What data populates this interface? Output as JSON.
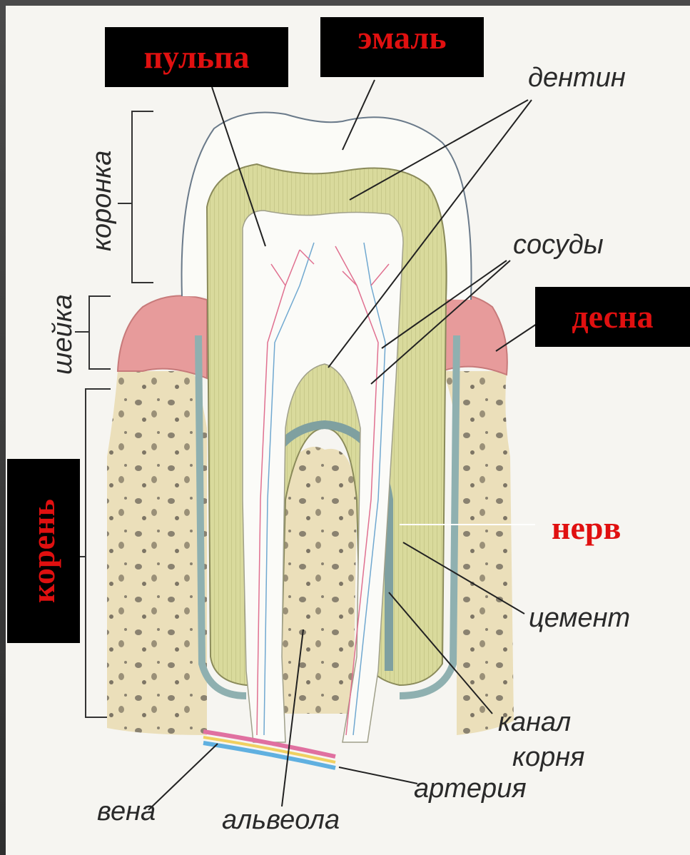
{
  "labels": {
    "pulpa": "пульпа",
    "emal": "эмаль",
    "dentin": "дентин",
    "koronka": "коронка",
    "sosudy": "сосуды",
    "desna": "десна",
    "sheika": "шейка",
    "koren": "корень",
    "nerv": "нерв",
    "cement": "цемент",
    "kanal": "канал",
    "kornya": "корня",
    "vena": "вена",
    "alveola": "альвеола",
    "arteria": "артерия"
  },
  "colors": {
    "black_box": "#000000",
    "red_text": "#e01010",
    "dentin": "#d7d89a",
    "gum": "#e8a0a0",
    "bone": "#e9dcb6",
    "cement": "#8fb0b0"
  }
}
